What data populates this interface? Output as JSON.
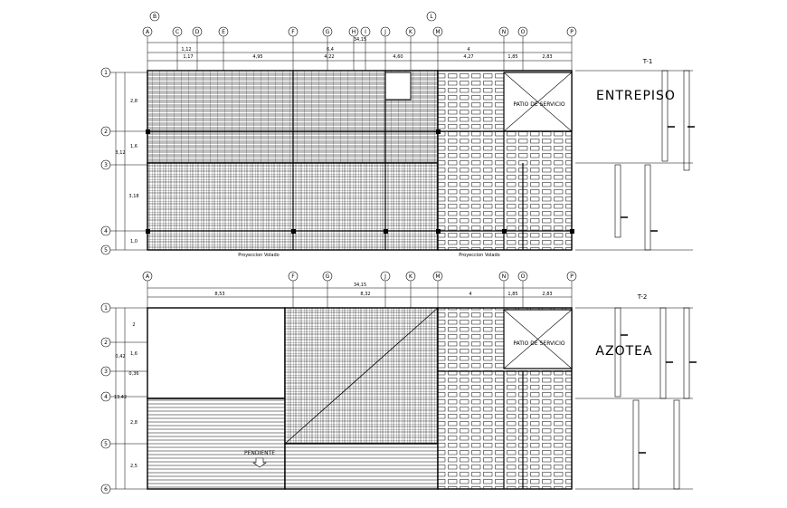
{
  "plans": [
    {
      "id": "t1",
      "sheet_label": "T-1",
      "level_name": "ENTREPISO",
      "void_label": "PATIO DE SERVICIO",
      "footer_labels": [
        "Proyeccion Volado",
        "Proyeccion Volado"
      ],
      "note_label": "",
      "axes_top": [
        "A",
        "B",
        "C",
        "D",
        "E",
        "F",
        "G",
        "H",
        "I",
        "J",
        "K",
        "L",
        "M",
        "N",
        "O",
        "P"
      ],
      "axes_left": [
        "1",
        "2",
        "3",
        "4",
        "5"
      ],
      "overall_dim": "34,15",
      "top_dims": [
        "1,12",
        "6,4",
        "4,95",
        "4,22",
        "4,60",
        "4",
        "4,27",
        "1,85",
        "2,83",
        "1,17"
      ],
      "left_dims": [
        "2,8",
        "3,12",
        "1,6",
        "3,18",
        "1,0"
      ]
    },
    {
      "id": "t2",
      "sheet_label": "T-2",
      "level_name": "AZOTEA",
      "void_label": "PATIO DE SERVICIO",
      "footer_labels": [],
      "note_label": "PENDIENTE",
      "axes_top": [
        "A",
        "F",
        "G",
        "J",
        "K",
        "M",
        "N",
        "O",
        "P"
      ],
      "axes_left": [
        "1",
        "2",
        "3",
        "4",
        "5",
        "6"
      ],
      "overall_dim": "34,15",
      "top_dims": [
        "8,53",
        "8,32",
        "4",
        "1,85",
        "2,83"
      ],
      "left_dims": [
        "2",
        "0,42",
        "1,6",
        "0,36",
        "13,42",
        "2,8",
        "2,5"
      ]
    }
  ]
}
